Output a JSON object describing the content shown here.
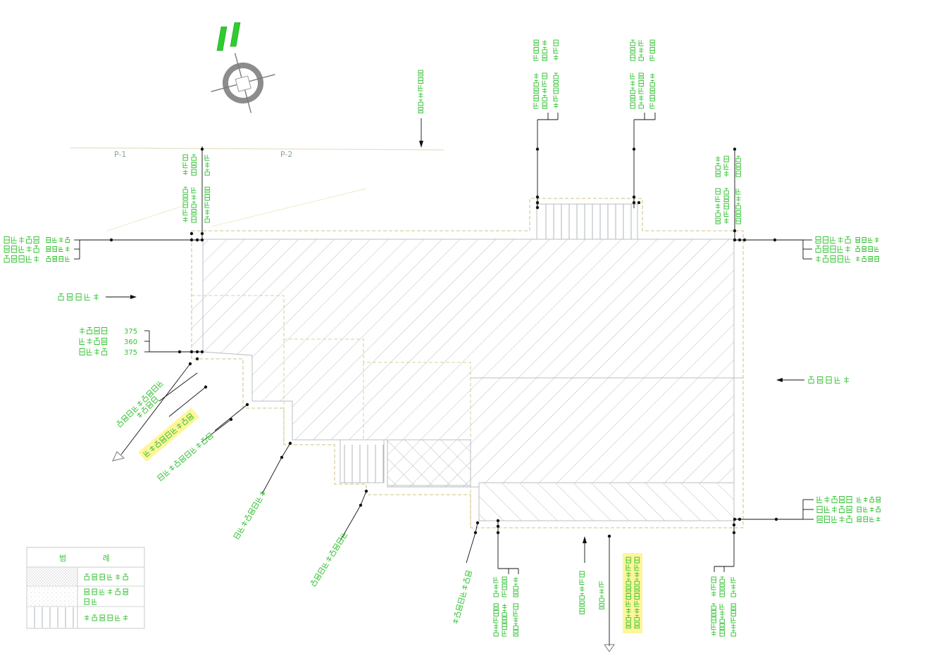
{
  "drawing": {
    "lot_labels": {
      "p1": "P-1",
      "p2": "P-2"
    },
    "left_level_values": [
      "375",
      "360",
      "375"
    ]
  },
  "legend": {
    "title": "범 례"
  },
  "icons": {
    "north_arrow": "north-arrow-icon",
    "north_indicator": "north-indicator-icon"
  },
  "colors": {
    "annotation_text": "#35c235",
    "leader_line": "#111111",
    "hatch": "#a6adb5",
    "outline_dashed": "#d8d09a",
    "wall": "#b8bcc2",
    "highlight": "#fff59a"
  }
}
